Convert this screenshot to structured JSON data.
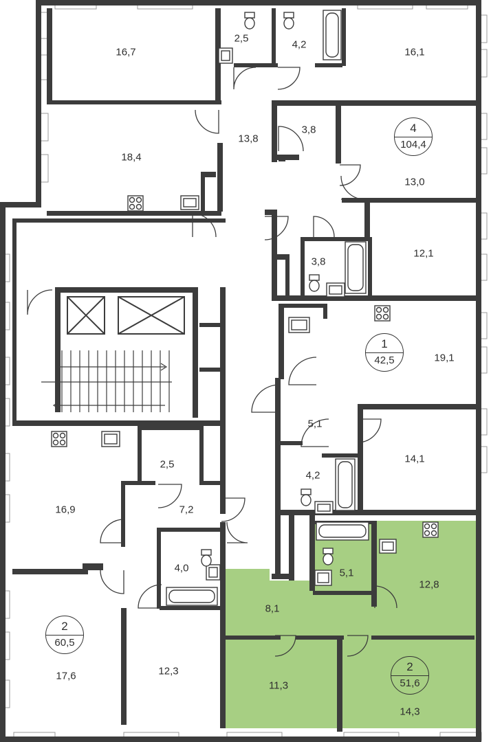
{
  "colors": {
    "wall": "#3c3c3c",
    "highlight": "#a7cf83",
    "background": "#ffffff"
  },
  "rooms": [
    {
      "id": "r1",
      "area": "16,7"
    },
    {
      "id": "r2",
      "area": "2,5"
    },
    {
      "id": "r3",
      "area": "4,2"
    },
    {
      "id": "r4",
      "area": "16,1"
    },
    {
      "id": "r5",
      "area": "18,4"
    },
    {
      "id": "r6",
      "area": "13,8"
    },
    {
      "id": "r7",
      "area": "3,8"
    },
    {
      "id": "r8",
      "area": "13,0"
    },
    {
      "id": "r9",
      "area": "3,8"
    },
    {
      "id": "r10",
      "area": "12,1"
    },
    {
      "id": "r11",
      "area": "19,1"
    },
    {
      "id": "r12",
      "area": "5,1"
    },
    {
      "id": "r13",
      "area": "14,1"
    },
    {
      "id": "r14",
      "area": "4,2"
    },
    {
      "id": "r15",
      "area": "2,5"
    },
    {
      "id": "r16",
      "area": "16,9"
    },
    {
      "id": "r17",
      "area": "7,2"
    },
    {
      "id": "r18",
      "area": "4,0"
    },
    {
      "id": "r19",
      "area": "17,6"
    },
    {
      "id": "r20",
      "area": "12,3"
    },
    {
      "id": "r21",
      "area": "5,1"
    },
    {
      "id": "r22",
      "area": "12,8"
    },
    {
      "id": "r23",
      "area": "8,1"
    },
    {
      "id": "r24",
      "area": "11,3"
    },
    {
      "id": "r25",
      "area": "14,3"
    }
  ],
  "apartments": [
    {
      "id": "a1",
      "rooms": "4",
      "area": "104,4"
    },
    {
      "id": "a2",
      "rooms": "1",
      "area": "42,5"
    },
    {
      "id": "a3",
      "rooms": "2",
      "area": "60,5"
    },
    {
      "id": "a4",
      "rooms": "2",
      "area": "51,6"
    }
  ]
}
